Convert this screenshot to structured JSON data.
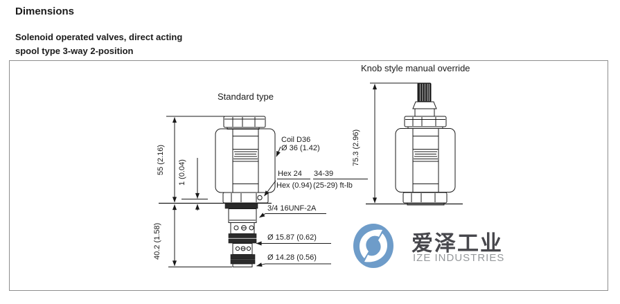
{
  "header": {
    "title": "Dimensions",
    "subtitle_line1": "Solenoid operated valves, direct acting",
    "subtitle_line2": "spool type 3-way 2-position"
  },
  "drawing": {
    "standard_label": "Standard type",
    "knob_label": "Knob style manual override",
    "dims": {
      "overall_height": "55 (2.16)",
      "gap": "1 (0.04)",
      "cartridge_length": "40.2 (1.58)",
      "knob_overall_height": "75.3 (2.96)"
    },
    "callouts": {
      "coil_line1": "Coil D36",
      "coil_line2": "Ø 36 (1.42)",
      "hex_num": "Hex 24",
      "hex_den": "Hex (0.94)",
      "torque_num": "34-39",
      "torque_den": "(25-29) ft-lb",
      "thread": "3/4 16UNF-2A",
      "dia_upper": "Ø 15.87 (0.62)",
      "dia_lower": "Ø 14.28 (0.56)"
    }
  },
  "watermark": {
    "cn": "爱泽工业",
    "en": "IZE INDUSTRIES",
    "colors": {
      "circle": "#6E9CC9",
      "cn_text": "#47474C",
      "en_text": "#95989B"
    }
  }
}
